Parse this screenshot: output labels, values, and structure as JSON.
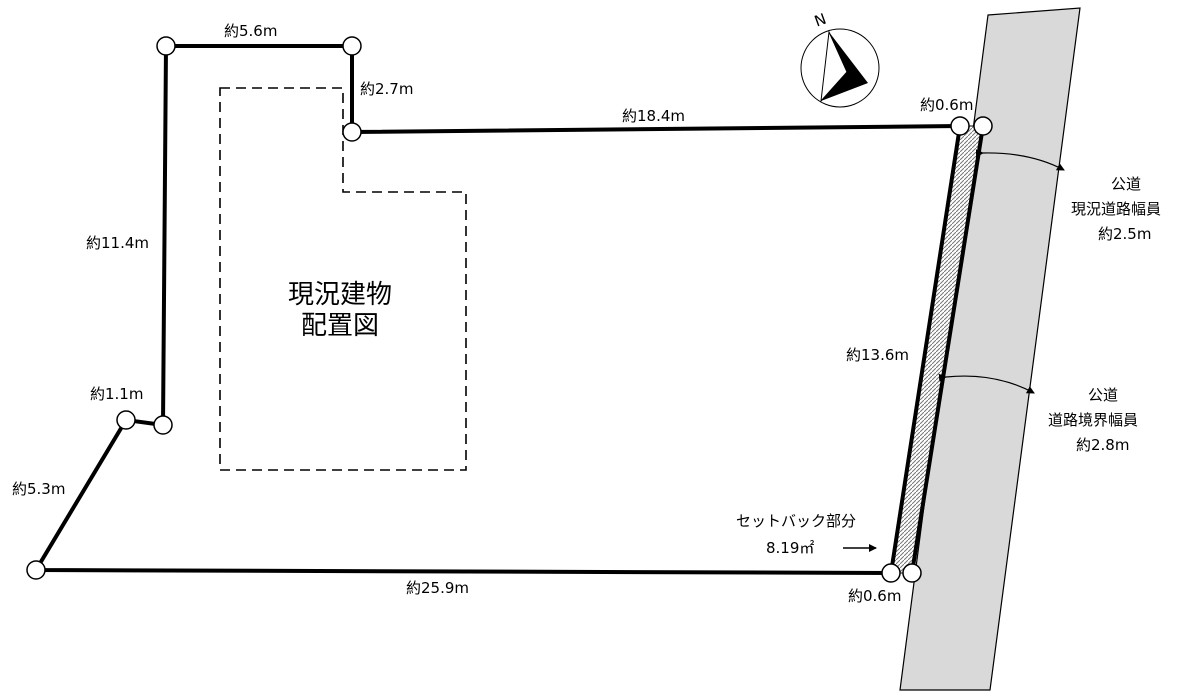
{
  "colors": {
    "road": "#d9d9d9",
    "line": "#000000",
    "setback": "#bdbdbd"
  },
  "compass": {
    "letter": "N",
    "icon": "north-arrow-icon"
  },
  "dimensions": {
    "top_short": "約5.6m",
    "notch": "約2.7m",
    "top_long": "約18.4m",
    "top_setback": "約0.6m",
    "left_long": "約11.4m",
    "left_short": "約1.1m",
    "left_diag": "約5.3m",
    "bottom": "約25.9m",
    "bottom_setback": "約0.6m",
    "right": "約13.6m"
  },
  "building": {
    "line1": "現況建物",
    "line2": "配置図"
  },
  "road_current": {
    "line1": "公道",
    "line2": "現況道路幅員",
    "line3": "約2.5m"
  },
  "road_boundary": {
    "line1": "公道",
    "line2": "道路境界幅員",
    "line3": "約2.8m"
  },
  "setback": {
    "label": "セットバック部分",
    "area": "8.19㎡"
  }
}
